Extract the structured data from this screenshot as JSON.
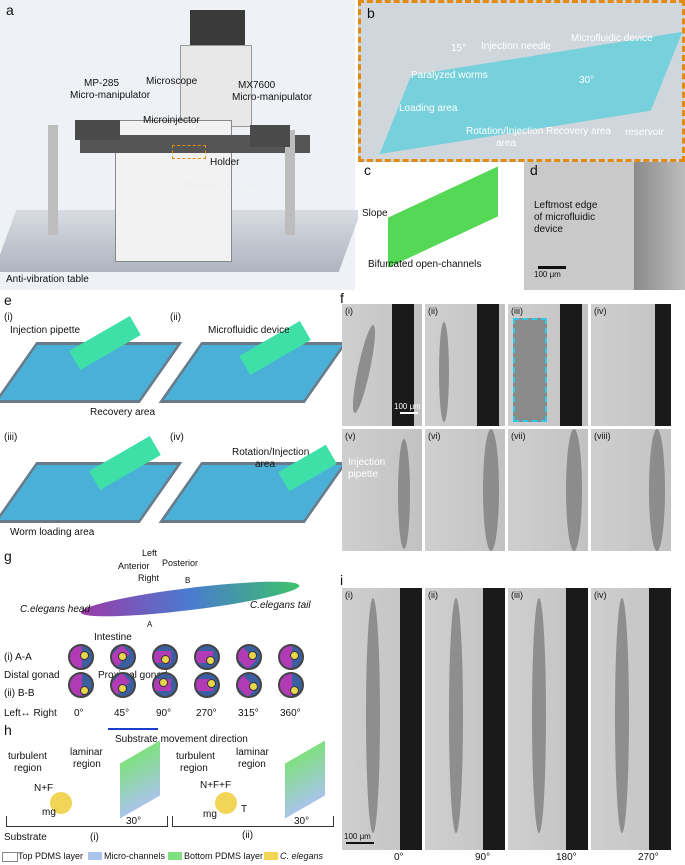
{
  "panels": {
    "a": {
      "label": "a",
      "microscope": "Microscope",
      "left_manip_1": "MP-285",
      "left_manip_2": "Micro-manipulator",
      "right_manip_1": "MX7600",
      "right_manip_2": "Micro-manipulator",
      "microinjector": "Microinjector",
      "holder": "Holder",
      "stage": "Motorized X-Ystage",
      "table": "Anti-vibration table"
    },
    "b": {
      "label": "b",
      "angle1": "15°",
      "needle": "Injection needle",
      "device": "Microfluidic device",
      "worms": "Paralyzed worms",
      "angle2": "30°",
      "loading": "Loading area",
      "rotation_1": "Rotation/Injection",
      "rotation_2": "area",
      "recovery": "Recovery area",
      "reservoir": "reservoir"
    },
    "c": {
      "label": "c",
      "slope": "Slope",
      "channels": "Bifurcated open-channels"
    },
    "d": {
      "label": "d",
      "edge_1": "Leftmost edge",
      "edge_2": "of microfluidic",
      "edge_3": "device",
      "scale": "100 μm"
    },
    "e": {
      "label": "e",
      "sub_i": "(i)",
      "sub_ii": "(ii)",
      "sub_iii": "(iii)",
      "sub_iv": "(iv)",
      "pipette": "Injection pipette",
      "device": "Microfluidic device",
      "recovery": "Recovery area",
      "rotation_1": "Rotation/Injection",
      "rotation_2": "area",
      "loading": "Worm loading area"
    },
    "f": {
      "label": "f",
      "tiles": [
        "(i)",
        "(ii)",
        "(iii)",
        "(iv)",
        "(v)",
        "(vi)",
        "(vii)",
        "(viii)"
      ],
      "scale": "100 μm",
      "pipette_1": "Injection",
      "pipette_2": "pipette"
    },
    "g": {
      "label": "g",
      "left": "Left",
      "anterior": "Anterior",
      "posterior": "Posterior",
      "right": "Right",
      "head": "C.elegans head",
      "tail": "C.elegans tail",
      "section_a": "A",
      "section_b": "B",
      "intestine": "Intestine",
      "row_i": "(i) A-A",
      "distal": "Distal gonad",
      "proximal": "Proximal gonad",
      "row_ii": "(ii) B-B",
      "lr": "Left↔ Right",
      "angles": [
        "0°",
        "45°",
        "90°",
        "270°",
        "315°",
        "360°"
      ]
    },
    "h": {
      "label": "h",
      "direction": "Substrate movement direction",
      "turbulent_1": "turbulent",
      "turbulent_2": "region",
      "laminar_1": "laminar",
      "laminar_2": "region",
      "forces_i": "N+F",
      "mg": "mg",
      "angle": "30°",
      "sub_i": "(i)",
      "sub_ii": "(ii)",
      "forces_ii": "N+F+F",
      "substrate": "Substrate",
      "t": "T",
      "legend": [
        "Top PDMS layer",
        "Micro-channels",
        "Bottom PDMS layer",
        "C. elegans"
      ],
      "legend_colors": [
        "#ffffff",
        "#a9c4ea",
        "#7fe07f",
        "#f2d457"
      ]
    },
    "i": {
      "label": "i",
      "tiles": [
        "(i)",
        "(ii)",
        "(iii)",
        "(iv)"
      ],
      "angles": [
        "0°",
        "90°",
        "180°",
        "270°"
      ],
      "scale": "100 μm"
    }
  }
}
